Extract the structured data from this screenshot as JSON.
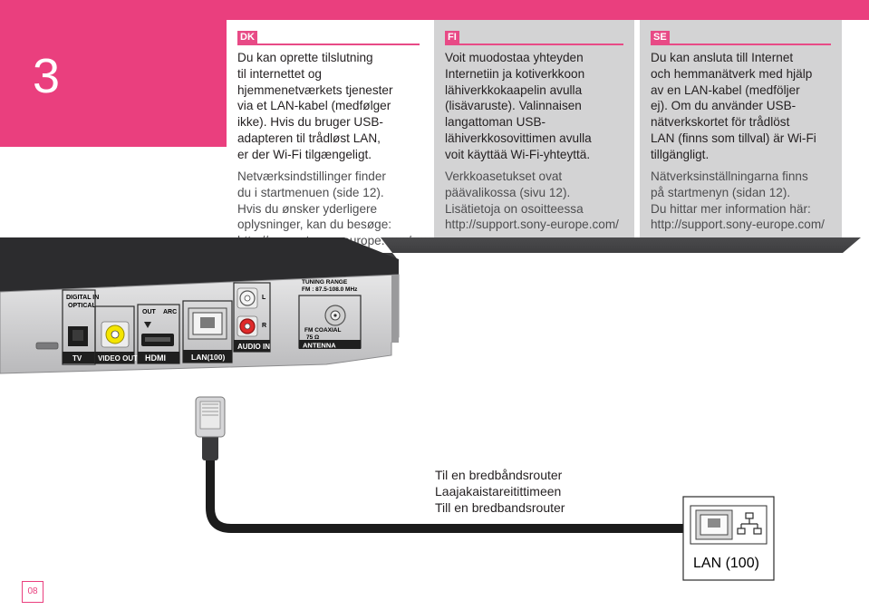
{
  "step": {
    "number": "3"
  },
  "columns": {
    "dk": {
      "lang": "DK",
      "bold": "Du kan oprette tilslutning\ntil internettet og\nhjemmenetværkets tjenester\nvia et LAN-kabel (medfølger\nikke). Hvis du bruger USB-\nadapteren til trådløst LAN,\ner der Wi-Fi tilgængeligt.",
      "light": "Netværksindstillinger finder\ndu i startmenuen (side 12).\nHvis du ønsker yderligere\noplysninger, kan du besøge:\nhttp://support.sony-europe.com/"
    },
    "fi": {
      "lang": "FI",
      "bold": "Voit muodostaa yhteyden\nInternetiin ja kotiverkkoon\nlähiverkkokaapelin avulla\n(lisävaruste). Valinnaisen\nlangattoman USB-\nlähiverkkosovittimen avulla\nvoit käyttää Wi-Fi-yhteyttä.",
      "light": "Verkkoasetukset ovat\npäävalikossa (sivu 12).\nLisätietoja on osoitteessa\nhttp://support.sony-europe.com/"
    },
    "se": {
      "lang": "SE",
      "bold": "Du kan ansluta till Internet\noch hemmanätverk med hjälp\nav en LAN-kabel (medföljer\nej). Om du använder USB-\nnätverkskortet för trådlöst\nLAN (finns som tillval) är Wi-Fi\ntillgängligt.",
      "light": "Nätverksinställningarna finns\npå startmenyn (sidan 12).\nDu hittar mer information här:\nhttp://support.sony-europe.com/"
    }
  },
  "device": {
    "digital_in": "DIGITAL IN",
    "optical": "OPTICAL",
    "tv": "TV",
    "video_out": "VIDEO OUT",
    "out": "OUT",
    "arc": "ARC",
    "hdmi": "HDMI",
    "lan": "LAN(100)",
    "audio_in": "AUDIO IN",
    "audio_l": "L",
    "audio_r": "R",
    "tuning_range": "TUNING RANGE",
    "fm_range": "FM : 87.5-108.0 MHz",
    "fm_coaxial": "FM COAXIAL",
    "ohm": "75 Ω",
    "antenna": "ANTENNA"
  },
  "router_note": "Til en bredbåndsrouter\nLaajakaistareitittimeen\nTill en bredbandsrouter",
  "callout": {
    "label": "LAN (100)"
  },
  "page": {
    "number": "08"
  },
  "colors": {
    "accent": "#ea3f7e",
    "panel": "#d3d3d4"
  }
}
